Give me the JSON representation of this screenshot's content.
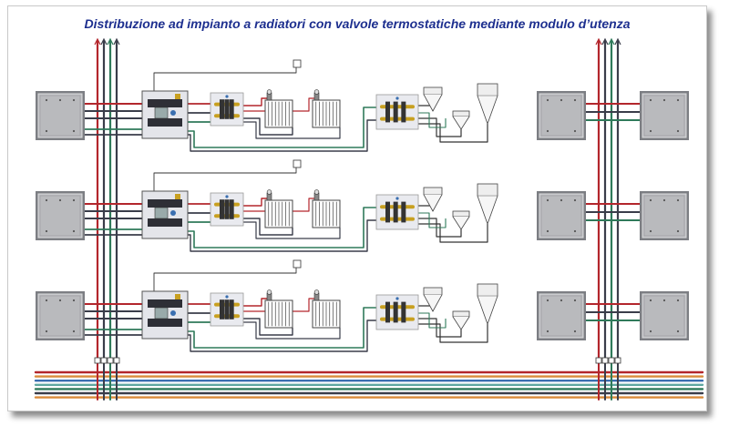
{
  "title": "Distribuzione ad impianto a radiatori con valvole termostatiche mediante modulo d’utenza",
  "colors": {
    "flow_red": "#b3262c",
    "return_dark": "#3a3d4a",
    "cold_green": "#2f7a5a",
    "service_orange": "#d98a3a",
    "service_blue": "#3a6fb0",
    "service_teal": "#5fa8a0",
    "title_blue": "#1d2f8f",
    "panel_grey": "#b9babd"
  },
  "floors": [
    {
      "level": "top"
    },
    {
      "level": "middle"
    },
    {
      "level": "bottom"
    }
  ],
  "icons": {
    "panel": "utility-panel-icon",
    "module": "user-module-icon",
    "manifold": "manifold-icon",
    "radiator": "radiator-icon",
    "valve": "thermostatic-valve-icon",
    "terminal": "cone-terminal-icon"
  }
}
